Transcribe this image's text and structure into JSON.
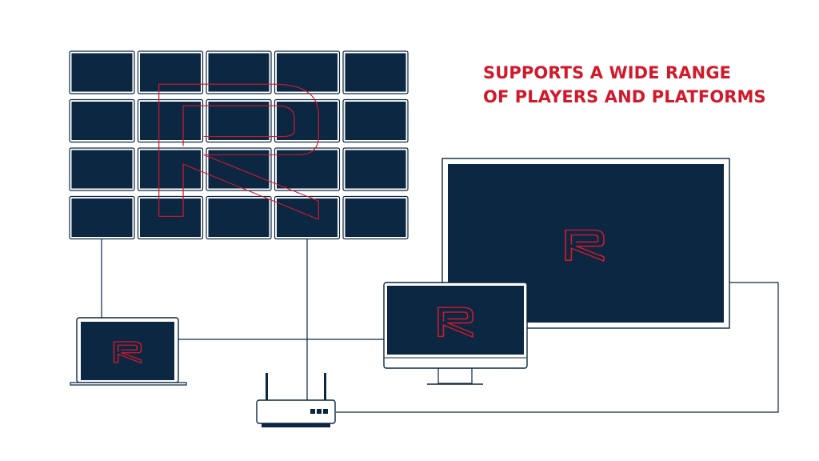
{
  "headline": {
    "line1": "SUPPORTS A WIDE RANGE",
    "line2": "OF PLAYERS AND PLATFORMS"
  },
  "colors": {
    "screen": "#0c2742",
    "outline": "#0c2742",
    "accent": "#d2192b",
    "bezel": "#ffffff",
    "background": "#ffffff"
  },
  "devices": {
    "video_wall": {
      "icon": "video-wall-icon",
      "rows": 4,
      "columns": 5
    },
    "tv": {
      "icon": "tv-icon"
    },
    "desktop": {
      "icon": "desktop-monitor-icon"
    },
    "laptop": {
      "icon": "laptop-icon"
    },
    "router": {
      "icon": "router-icon"
    }
  },
  "logo": {
    "icon": "r-logo-icon"
  }
}
